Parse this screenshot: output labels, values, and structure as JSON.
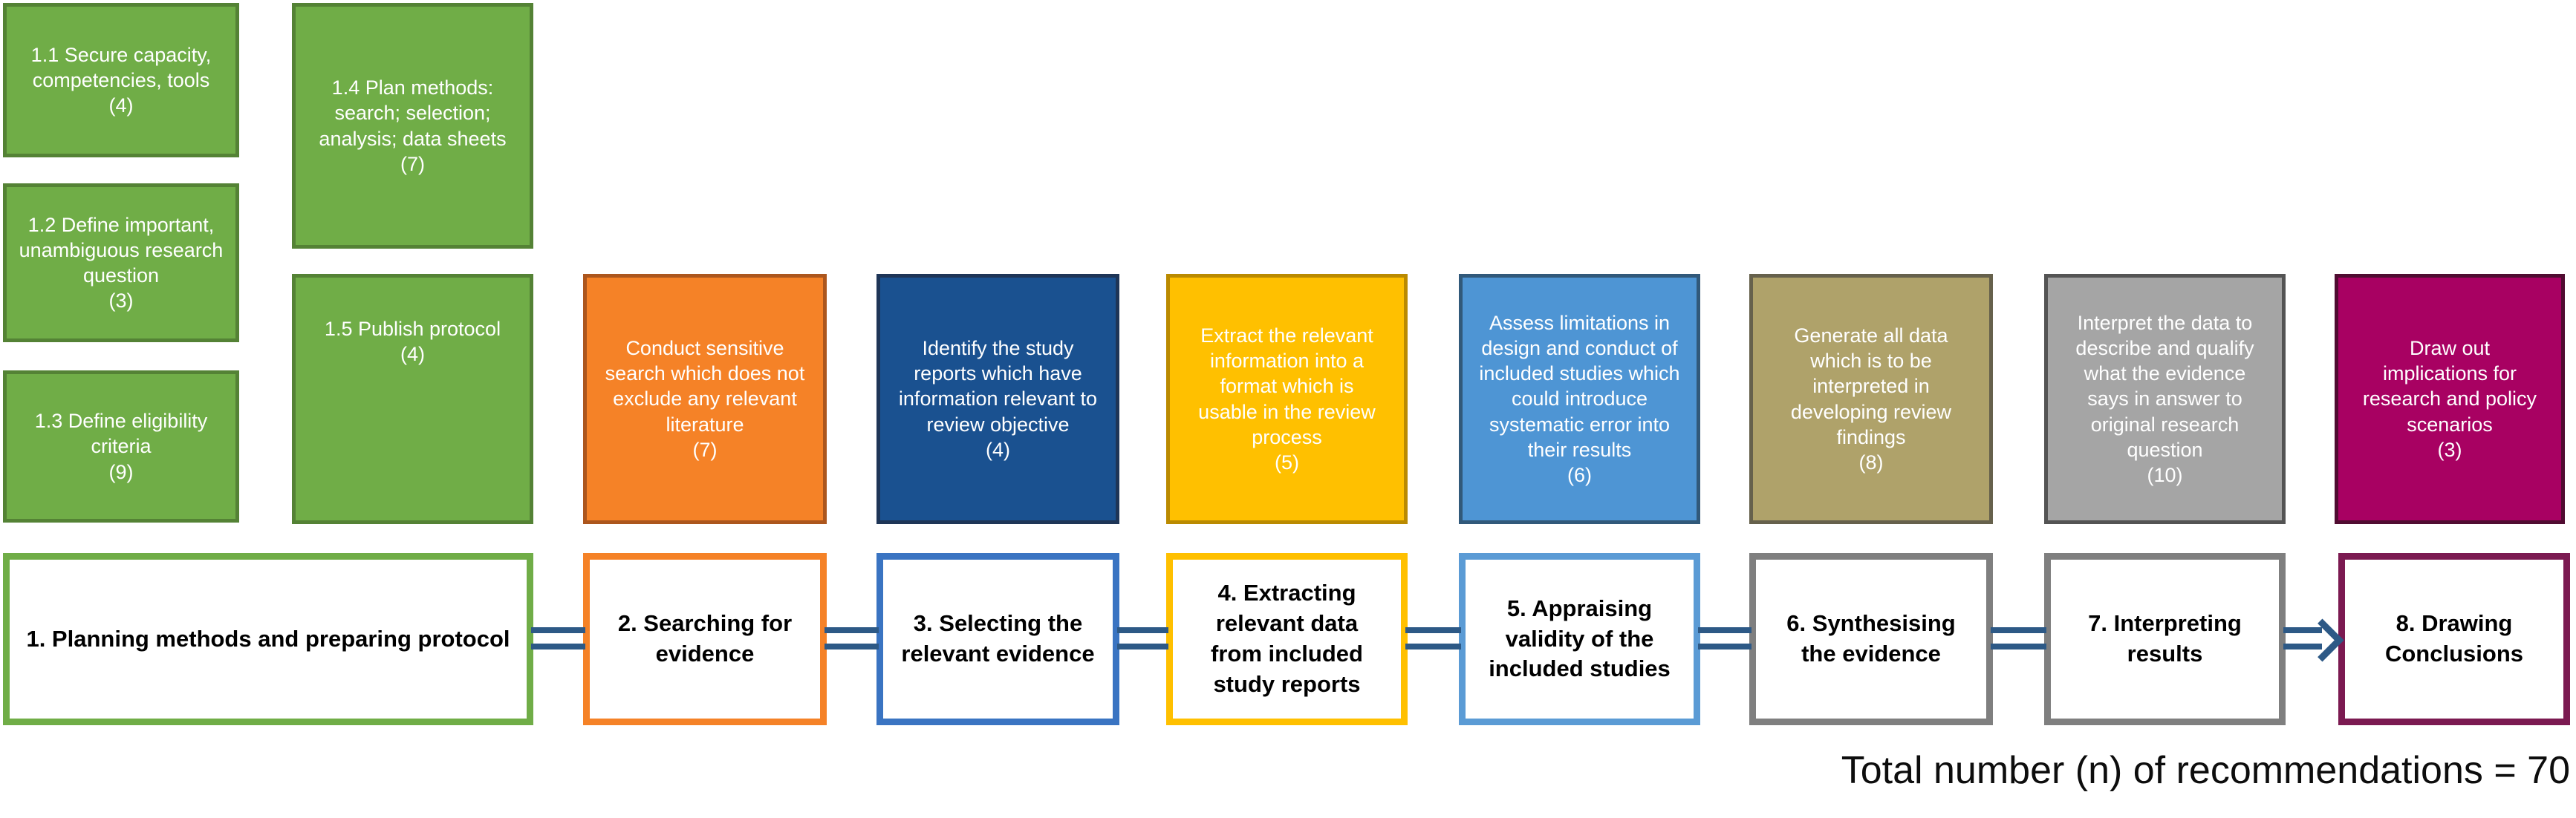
{
  "colors": {
    "canvas": "#FFFFFF",
    "green_fill": "#70AD47",
    "green_border": "#548235",
    "connector": "#2D5986",
    "box_text": "#FFFFFF",
    "stage_text": "#000000"
  },
  "planning_details": [
    {
      "text": "1.1 Secure capacity, competencies, tools",
      "count": "(4)"
    },
    {
      "text": "1.2 Define important, unambiguous research question",
      "count": "(3)"
    },
    {
      "text": "1.3 Define eligibility criteria",
      "count": "(9)"
    },
    {
      "text": "1.4 Plan methods: search; selection; analysis; data sheets",
      "count": "(7)"
    },
    {
      "text": "1.5 Publish protocol",
      "count": "(4)"
    }
  ],
  "top_boxes": [
    {
      "text": "Conduct sensitive search which does not exclude any relevant literature",
      "count": "(7)",
      "fill": "#F58227",
      "border": "#AC561D"
    },
    {
      "text": "Identify the study reports which have information relevant to review objective",
      "count": "(4)",
      "fill": "#1A5190",
      "border": "#1E3557"
    },
    {
      "text": "Extract the relevant information into a format which is usable in the review process",
      "count": "(5)",
      "fill": "#FFC000",
      "border": "#BA8A00"
    },
    {
      "text": "Assess limitations in design and conduct of included studies which could introduce systematic error into their results",
      "count": "(6)",
      "fill": "#4E95D4",
      "border": "#31597A"
    },
    {
      "text": "Generate all data which is to be interpreted in developing review findings",
      "count": "(8)",
      "fill": "#AFA26A",
      "border": "#66614C"
    },
    {
      "text": "Interpret the data to describe and qualify what the evidence says in answer to original research question",
      "count": "(10)",
      "fill": "#A5A5A5",
      "border": "#545454"
    },
    {
      "text": "Draw out implications for research and policy scenarios",
      "count": "(3)",
      "fill": "#A80162",
      "border": "#500C31"
    }
  ],
  "bottom_boxes": [
    {
      "label": "1. Planning methods and preparing protocol",
      "border": "#70AD47"
    },
    {
      "label": "2. Searching for evidence",
      "border": "#F58227"
    },
    {
      "label": "3. Selecting the relevant evidence",
      "border": "#3A74C2"
    },
    {
      "label": "4. Extracting relevant data from included study reports",
      "border": "#FFC000"
    },
    {
      "label": "5. Appraising validity of the included studies",
      "border": "#5B9BD5"
    },
    {
      "label": "6. Synthesising the evidence",
      "border": "#7F7F7F"
    },
    {
      "label": "7. Interpreting results",
      "border": "#7F7F7F"
    },
    {
      "label": "8. Drawing Conclusions",
      "border": "#7B1A51"
    }
  ],
  "footer": {
    "total_label": "Total number (n) of recommendations = 70"
  }
}
